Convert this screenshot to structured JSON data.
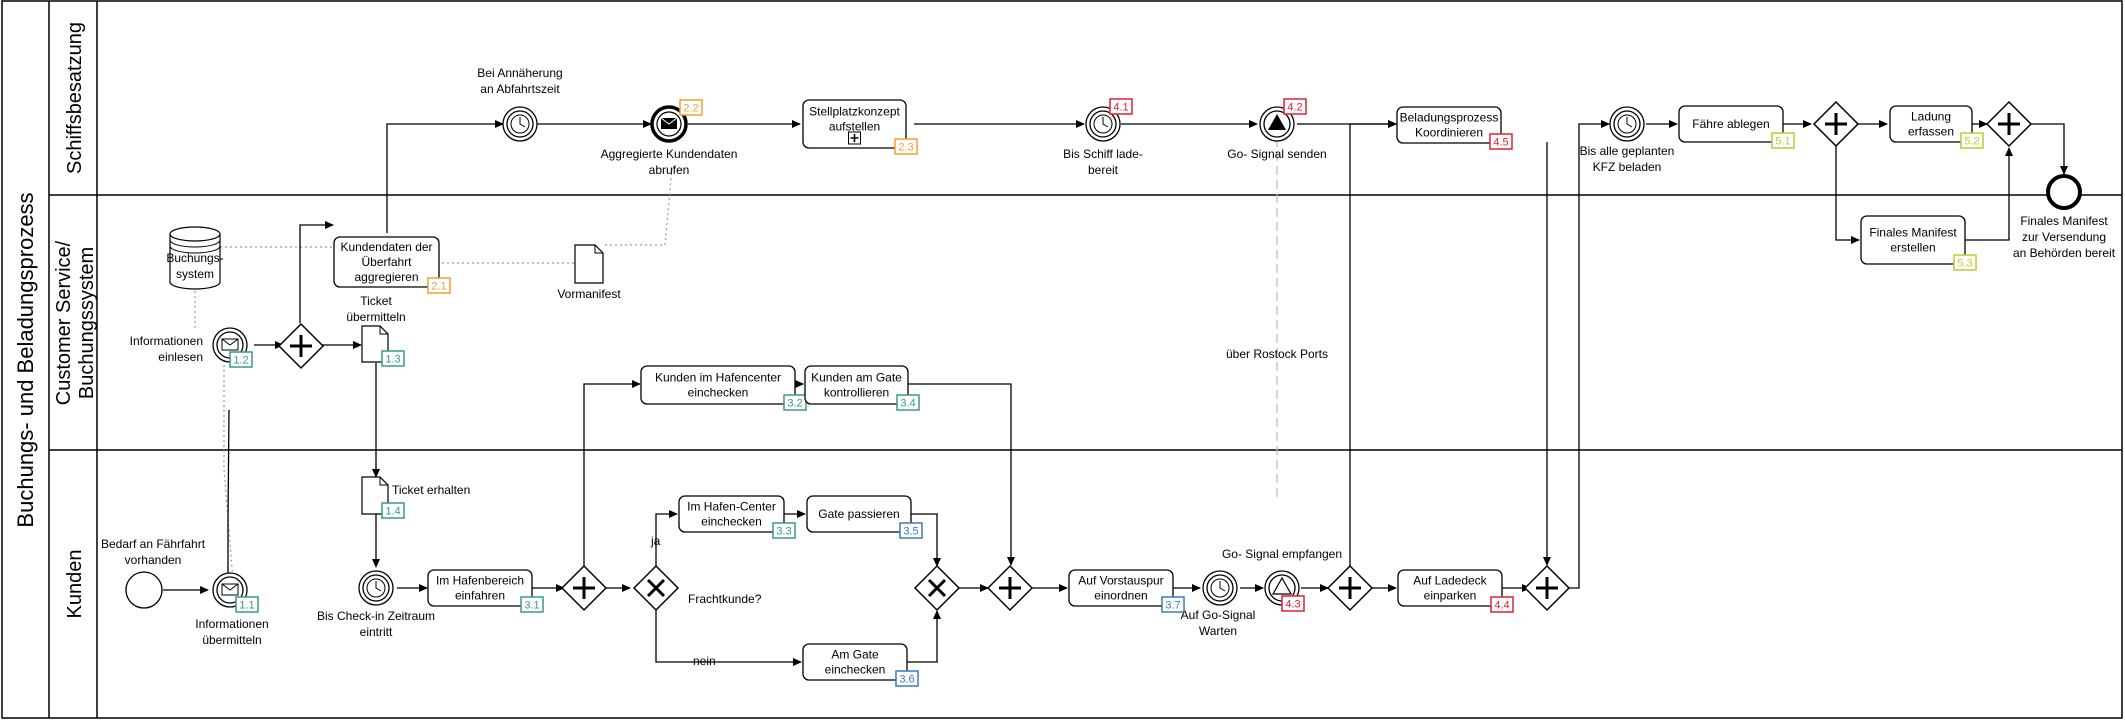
{
  "pool": {
    "title": "Buchungs- und Beladungsprozess"
  },
  "lanes": {
    "schiff": "Schiffsbesatzung",
    "cs_line1": "Customer Service/",
    "cs_line2": "Buchungssystem",
    "kunden": "Kunden"
  },
  "badge_colors": {
    "orange": "#f0a030",
    "red": "#e02030",
    "teal": "#3a9a8a",
    "blue": "#3a7ac0",
    "lime": "#b8cc30"
  },
  "tasks": {
    "t21": {
      "lines": [
        "Kundendaten der",
        "Überfahrt",
        "aggregieren"
      ],
      "badge": "2.1"
    },
    "t23": {
      "lines": [
        "Stellplatzkonzept",
        "aufstellen"
      ],
      "badge": "2.3"
    },
    "t45": {
      "lines": [
        "Beladungsprozess",
        "Koordinieren"
      ],
      "badge": "4.5"
    },
    "t51": {
      "lines": [
        "Fähre ablegen"
      ],
      "badge": "5.1"
    },
    "t52": {
      "lines": [
        "Ladung",
        "erfassen"
      ],
      "badge": "5.2"
    },
    "t53": {
      "lines": [
        "Finales Manifest",
        "erstellen"
      ],
      "badge": "5.3"
    },
    "t32": {
      "lines": [
        "Kunden im Hafencenter",
        "einchecken"
      ],
      "badge": "3.2"
    },
    "t34": {
      "lines": [
        "Kunden am Gate",
        "kontrollieren"
      ],
      "badge": "3.4"
    },
    "t31": {
      "lines": [
        "Im Hafenbereich",
        "einfahren"
      ],
      "badge": "3.1"
    },
    "t33": {
      "lines": [
        "Im Hafen-Center",
        "einchecken"
      ],
      "badge": "3.3"
    },
    "t35": {
      "lines": [
        "Gate passieren"
      ],
      "badge": "3.5"
    },
    "t36": {
      "lines": [
        "Am Gate",
        "einchecken"
      ],
      "badge": "3.6"
    },
    "t37": {
      "lines": [
        "Auf Vorstauspur",
        "einordnen"
      ],
      "badge": "3.7"
    },
    "t44": {
      "lines": [
        "Auf Ladedeck",
        "einparken"
      ],
      "badge": "4.4"
    }
  },
  "events": {
    "bei_annaeherung": [
      "Bei Annäherung",
      "an Abfahrtszeit"
    ],
    "aggregierte": [
      "Aggregierte Kundendaten",
      "abrufen"
    ],
    "badge22": "2.2",
    "bis_schiff": [
      "Bis Schiff lade-",
      "bereit"
    ],
    "badge41": "4.1",
    "go_signal_senden": [
      "Go- Signal senden"
    ],
    "badge42": "4.2",
    "bis_alle": [
      "Bis alle geplanten",
      "KFZ beladen"
    ],
    "finales_manifest": [
      "Finales Manifest",
      "zur Versendung",
      "an Behörden bereit"
    ],
    "informationen_einlesen": [
      "Informationen",
      "einlesen"
    ],
    "badge12": "1.2",
    "bedarf": [
      "Bedarf an Fährfahrt",
      "vorhanden"
    ],
    "informationen_uebermitteln": [
      "Informationen",
      "übermitteln"
    ],
    "badge11": "1.1",
    "bis_checkin": [
      "Bis Check-in Zeitraum",
      "eintritt"
    ],
    "auf_go_signal": [
      "Auf Go-Signal",
      "Warten"
    ],
    "go_signal_empfangen": [
      "Go- Signal empfangen"
    ],
    "badge43": "4.3"
  },
  "artifacts": {
    "buchungssystem": [
      "Buchungs-",
      "system"
    ],
    "vormanifest": "Vormanifest",
    "ticket_uebermitteln": [
      "Ticket",
      "übermitteln"
    ],
    "badge13": "1.3",
    "ticket_erhalten": "Ticket erhalten",
    "badge14": "1.4"
  },
  "labels": {
    "ja": "ja",
    "nein": "nein",
    "frachtkunde": "Frachtkunde?",
    "ueber_rostock": "über Rostock Ports"
  }
}
